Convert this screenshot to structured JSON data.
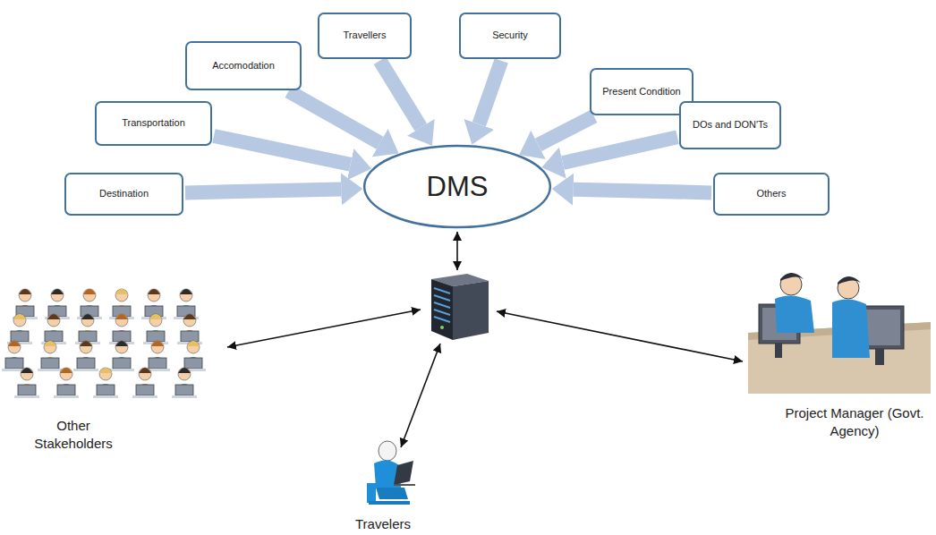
{
  "diagram": {
    "nodes": [
      {
        "text": [
          "Destination"
        ]
      },
      {
        "text": [
          "Transportation"
        ]
      },
      {
        "text": [
          "Accomodation"
        ]
      },
      {
        "text": [
          "Travellers"
        ]
      },
      {
        "text": [
          "Security"
        ]
      },
      {
        "text": [
          "Present Condition"
        ]
      },
      {
        "text": [
          "DOs and DON'Ts"
        ]
      },
      {
        "text": [
          "Others"
        ]
      },
      {
        "text": [
          "DMS"
        ]
      }
    ],
    "edges": [
      {
        "from": 0,
        "to": 8,
        "arrow": "to"
      },
      {
        "from": 1,
        "to": 8,
        "arrow": "to"
      },
      {
        "from": 2,
        "to": 8,
        "arrow": "to"
      },
      {
        "from": 3,
        "to": 8,
        "arrow": "to"
      },
      {
        "from": 4,
        "to": 8,
        "arrow": "to"
      },
      {
        "from": 5,
        "to": 8,
        "arrow": "to"
      },
      {
        "from": 6,
        "to": 8,
        "arrow": "to"
      },
      {
        "from": 7,
        "to": 8,
        "arrow": "to"
      }
    ],
    "labels": [
      "Other Stakeholders",
      "Travelers",
      "Project Manager (Govt. Agency)"
    ]
  }
}
